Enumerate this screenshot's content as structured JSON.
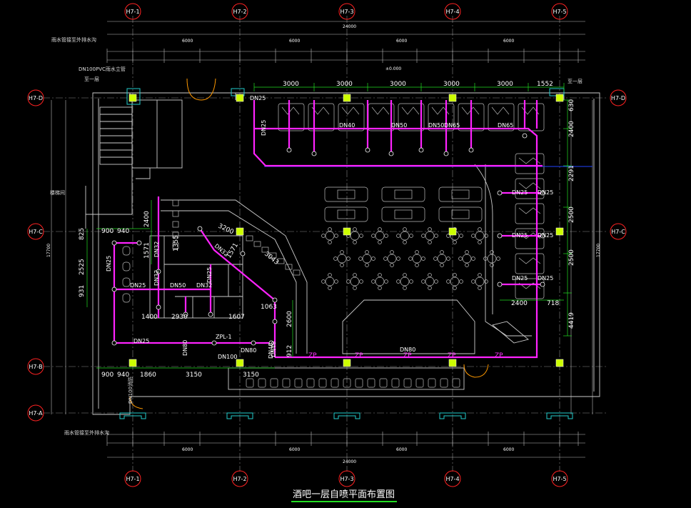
{
  "title": "酒吧一层自喷平面布置图",
  "colors": {
    "background": "#000000",
    "grid_line": "#888888",
    "wall": "#cccccc",
    "pipe": "#ff22ff",
    "dimension": "#22dd22",
    "sprinkler": "#ccff00",
    "grid_bubble": "#ff2222",
    "blue_line": "#2244ff",
    "orange": "#ff9900",
    "cyan": "#22cccc",
    "title_underline": "#22dd22"
  },
  "grid_axes": {
    "vertical": [
      "H7-1",
      "H7-2",
      "H7-3",
      "H7-4",
      "H7-5"
    ],
    "horizontal": [
      "H7-D",
      "H7-C",
      "H7-B",
      "H7-A"
    ]
  },
  "overall_dimensions": {
    "top": "24000",
    "bottom": "24000",
    "left": "17700",
    "right": "17700"
  },
  "top_dimensions": [
    "6000",
    "6000",
    "6000",
    "6000"
  ],
  "bottom_dimensions": [
    "6000",
    "6000",
    "6000",
    "6000"
  ],
  "elevation_mark": "±0.000",
  "pipe_labels": {
    "top_row": [
      "3000",
      "3000",
      "3000",
      "3000",
      "3000",
      "1552"
    ],
    "top_pipe": [
      "DN25",
      "DN40",
      "DN50",
      "DN50",
      "DN65",
      "DN65"
    ],
    "branch": "DN25",
    "right_side": [
      "DN25",
      "DN25",
      "DN25",
      "DN25",
      "DN25",
      "DN25"
    ],
    "right_dims": [
      "2400",
      "2291",
      "2500",
      "2500",
      "4419",
      "718",
      "2400",
      "630"
    ],
    "left_area": [
      "900",
      "940",
      "2400",
      "1571",
      "1355",
      "825",
      "2525",
      "931",
      "1400",
      "1607",
      "1063",
      "2600",
      "3200",
      "1571",
      "3043",
      "2930"
    ],
    "left_pipe": [
      "DN25",
      "DN25",
      "DN32",
      "DN32",
      "DN50",
      "DN32",
      "DN25",
      "DN32",
      "DN40",
      "DN80",
      "DN80",
      "DN25",
      "DN100"
    ],
    "bottom_row": [
      "900",
      "940",
      "1860",
      "3150",
      "3150"
    ],
    "riser": "ZPL-1",
    "zp_marks": [
      "ZP",
      "ZP",
      "ZP",
      "ZP",
      "ZP"
    ],
    "main_pipe": "DN80",
    "dn40": "DN40",
    "dim_912": "912"
  },
  "notes": {
    "top_left_1": "雨水管接至外排水沟",
    "top_left_2": "DN100PVC雨水立管",
    "top_left_3": "至一层",
    "right_top": "至一层",
    "left_side": "楼梯间",
    "bottom_left": "雨水管接至外排水沟",
    "bottom_note": "DN100消防"
  }
}
